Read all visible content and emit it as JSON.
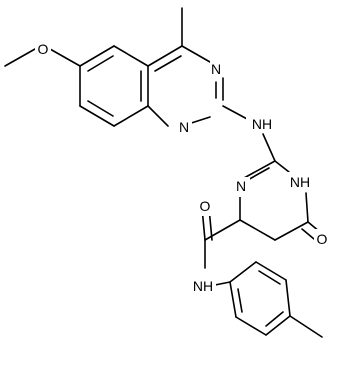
{
  "molecule": {
    "atoms": [
      {
        "id": "O_me",
        "label": "O"
      },
      {
        "id": "N1",
        "label": "N"
      },
      {
        "id": "N3",
        "label": "N"
      },
      {
        "id": "NH_link",
        "label": "NH"
      },
      {
        "id": "N3p",
        "label": "N"
      },
      {
        "id": "NH1p",
        "label": "NH"
      },
      {
        "id": "O_ring",
        "label": "O"
      },
      {
        "id": "O_amide",
        "label": "O"
      },
      {
        "id": "NH_amide",
        "label": "NH"
      }
    ]
  }
}
